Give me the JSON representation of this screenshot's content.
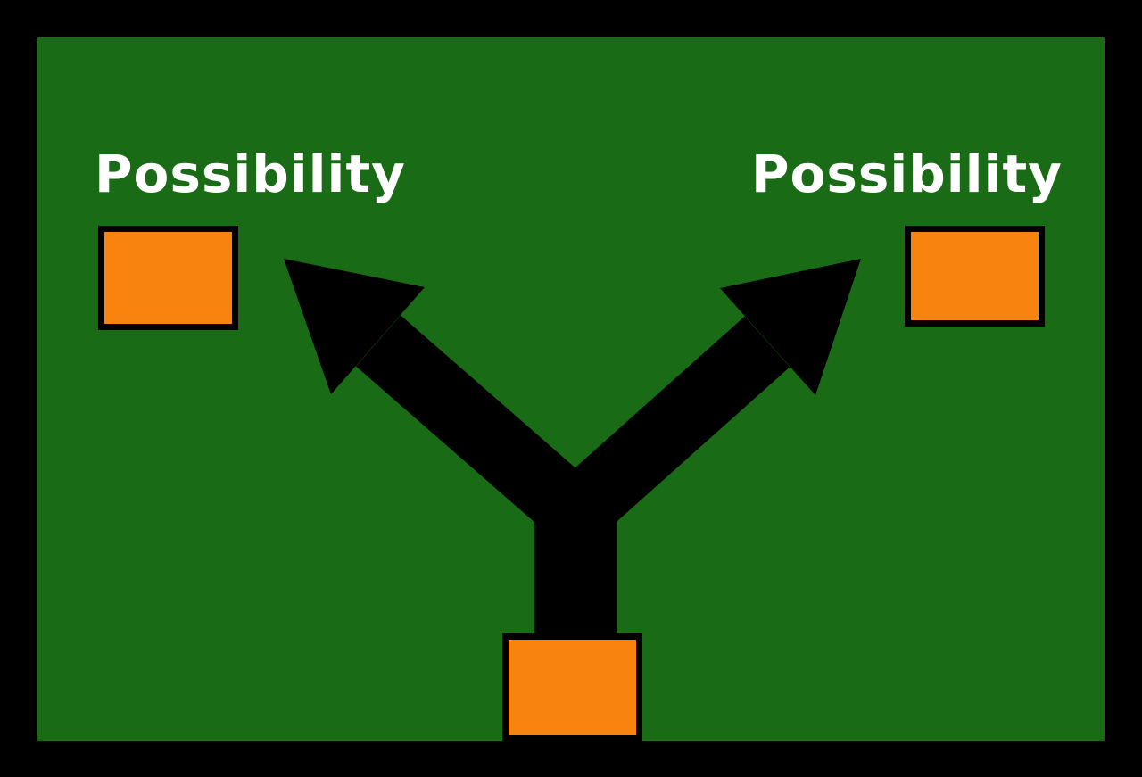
{
  "diagram": {
    "type": "decision-branch",
    "colors": {
      "frame": "#000000",
      "background": "#1a6b16",
      "arrow": "#000000",
      "box_fill": "#f9830f",
      "box_border": "#000000",
      "label_text": "#ffffff"
    },
    "branches": [
      {
        "id": "left",
        "label": "Possibility"
      },
      {
        "id": "right",
        "label": "Possibility"
      }
    ],
    "origin": {
      "label": ""
    }
  }
}
